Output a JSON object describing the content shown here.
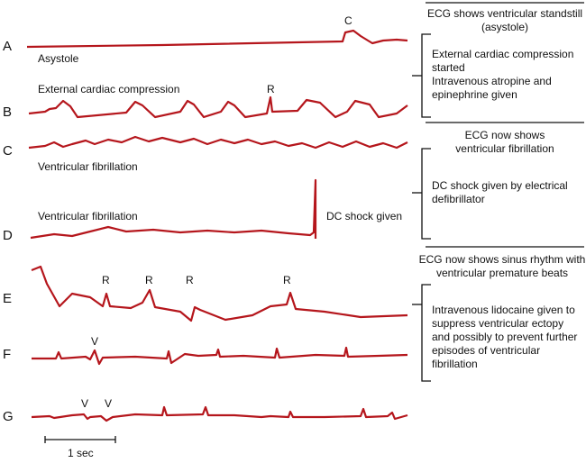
{
  "leads": [
    "A",
    "B",
    "C",
    "D",
    "E",
    "F",
    "G"
  ],
  "trace_labels": {
    "asystole": "Asystole",
    "compression": "External cardiac compression",
    "vf_c": "Ventricular fibrillation",
    "vf_d": "Ventricular fibrillation",
    "dc_shock": "DC shock given"
  },
  "markers": {
    "c": "C",
    "r_b": "R",
    "r_e1": "R",
    "r_e2": "R",
    "r_e3": "R",
    "r_e4": "R",
    "v_f": "V",
    "v_g1": "V",
    "v_g2": "V"
  },
  "scale_bar": "1 sec",
  "panels": [
    {
      "heading": "ECG shows ventricular standstill (asystole)",
      "actions": [
        "External cardiac compression started",
        "Intravenous atropine and epinephrine given"
      ]
    },
    {
      "heading": "ECG now shows ventricular fibrillation",
      "actions": [
        "DC shock given by electrical defibrillator"
      ]
    },
    {
      "heading": "ECG now shows sinus rhythm with ventricular premature beats",
      "actions": [
        "Intravenous lidocaine given to suppress ventricular ectopy and possibly to prevent further episodes of ventricular fibrillation"
      ]
    }
  ],
  "colors": {
    "trace": "#b5161c"
  }
}
